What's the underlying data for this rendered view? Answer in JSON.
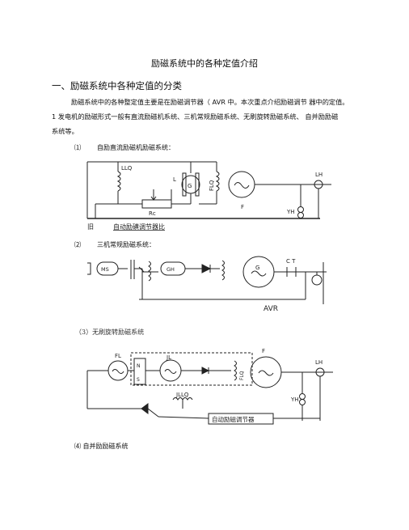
{
  "doc": {
    "title": "励磁系统中的各种定值介绍",
    "heading": "一、励磁系统中各种定值的分类",
    "para_line1": "励磁系统中的各种整定值主要是在励磁调节器（ AVR 中。本次重点介绍励磁调节 器中的定值。",
    "para_line2": "1 发电机的励磁形式一般有直流励磁机系统、三机常规励磁系统、无刷旋转励磁系统、 自并励励磁",
    "para_line3": "系统等。",
    "sub1_num": "⑴",
    "sub1_text": "自励直流励磁机励磁系统：",
    "sub2_num": "⑵",
    "sub2_text": "三机常规励磁系统：",
    "sub3_text": "（3）无刷旋转励磁系统",
    "sub4_text": "⑷ 自并励励磁系统"
  },
  "diagram1": {
    "llq": "LLQ",
    "l": "L",
    "g": "G",
    "flq": "FLQ",
    "rc": "Rc",
    "f": "F",
    "lh": "LH",
    "yh": "YH",
    "caption_left": "旧",
    "caption": "自动励磺调节器比"
  },
  "diagram2": {
    "ms": "MS",
    "gh": "GH",
    "g": "G",
    "ct": "C T",
    "avr": "AVR"
  },
  "diagram3": {
    "fl": "FL",
    "n": "N",
    "s": "S",
    "jl": "JL",
    "flq": "FLQ",
    "f": "F",
    "lh": "LH",
    "jllq": "JLLQ",
    "yh": "YH",
    "avr_box": "自动励磁调节器"
  }
}
